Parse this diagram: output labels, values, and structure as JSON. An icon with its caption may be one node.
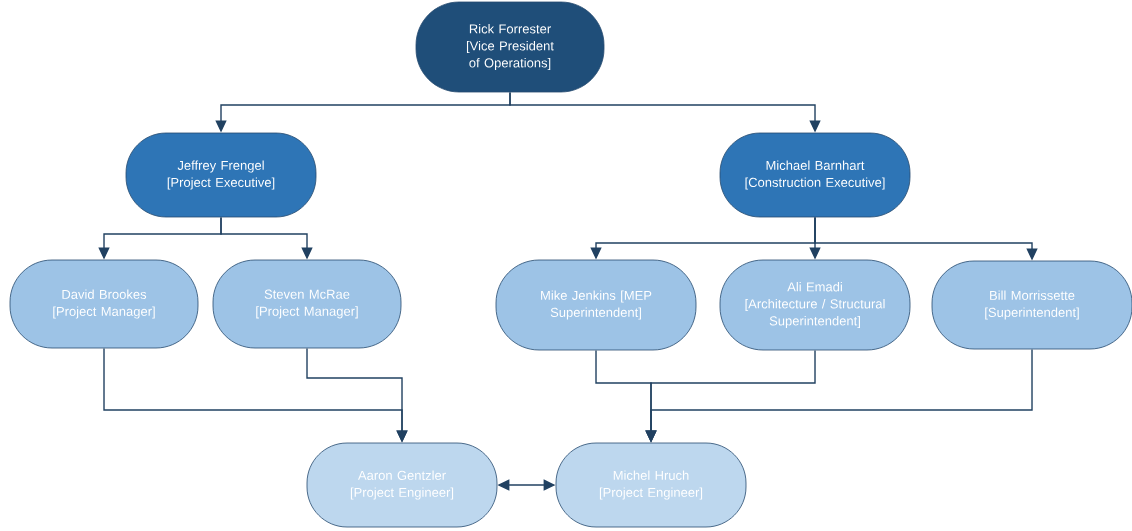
{
  "diagram": {
    "nodes": [
      {
        "text": [
          "Rick Forrester",
          "[Vice President of Operations]"
        ]
      },
      {
        "text": [
          "Jeffrey Frengel",
          "[Project Executive]"
        ]
      },
      {
        "text": [
          "Michael Barnhart",
          "[Construction Executive]"
        ]
      },
      {
        "text": [
          "David Brookes",
          "[Project Manager]"
        ]
      },
      {
        "text": [
          "Steven McRae",
          "[Project Manager]"
        ]
      },
      {
        "text": [
          "Mike Jenkins [MEP Superintendent]"
        ]
      },
      {
        "text": [
          "Ali Emadi",
          "[Architecture / Structural Superintendent]"
        ]
      },
      {
        "text": [
          "Bill Morrissette",
          "[Superintendent]"
        ]
      },
      {
        "text": [
          "Aaron Gentzler",
          "[Project Engineer]"
        ]
      },
      {
        "text": [
          "Michel Hruch",
          "[Project Engineer]"
        ]
      }
    ],
    "edges": [
      {
        "from": 0,
        "to": 1,
        "arrow": "to"
      },
      {
        "from": 0,
        "to": 2,
        "arrow": "to"
      },
      {
        "from": 1,
        "to": 3,
        "arrow": "to"
      },
      {
        "from": 1,
        "to": 4,
        "arrow": "to"
      },
      {
        "from": 2,
        "to": 5,
        "arrow": "to"
      },
      {
        "from": 2,
        "to": 6,
        "arrow": "to"
      },
      {
        "from": 2,
        "to": 7,
        "arrow": "to"
      },
      {
        "from": 3,
        "to": 8,
        "arrow": "to"
      },
      {
        "from": 4,
        "to": 8,
        "arrow": "to"
      },
      {
        "from": 5,
        "to": 9,
        "arrow": "to"
      },
      {
        "from": 6,
        "to": 9,
        "arrow": "to"
      },
      {
        "from": 7,
        "to": 9,
        "arrow": "to"
      },
      {
        "from": 8,
        "to": 9,
        "arrow": "both"
      }
    ]
  }
}
